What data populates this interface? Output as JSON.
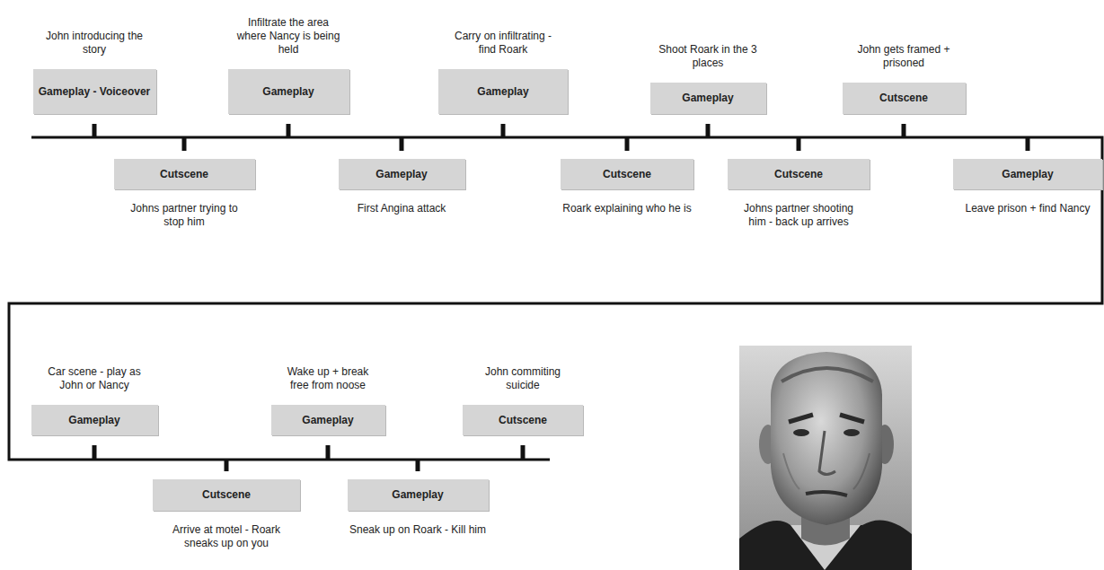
{
  "diagram": {
    "nodes": [
      {
        "text": [
          "Gameplay - Voiceover",
          "John introducing the story"
        ]
      },
      {
        "text": [
          "Cutscene",
          "Johns partner trying to stop him"
        ]
      },
      {
        "text": [
          "Gameplay",
          "Infiltrate the area where Nancy is being held"
        ]
      },
      {
        "text": [
          "Gameplay",
          "First Angina attack"
        ]
      },
      {
        "text": [
          "Gameplay",
          "Carry on infiltrating - find Roark"
        ]
      },
      {
        "text": [
          "Cutscene",
          "Roark explaining who he is"
        ]
      },
      {
        "text": [
          "Gameplay",
          "Shoot Roark in the 3 places"
        ]
      },
      {
        "text": [
          "Cutscene",
          "Johns partner shooting him - back up arrives"
        ]
      },
      {
        "text": [
          "Cutscene",
          "John gets framed + prisoned"
        ]
      },
      {
        "text": [
          "Gameplay",
          "Leave prison + find Nancy"
        ]
      },
      {
        "text": [
          "Gameplay",
          "Car scene - play as John or Nancy"
        ]
      },
      {
        "text": [
          "Cutscene",
          "Arrive at motel - Roark sneaks up on you"
        ]
      },
      {
        "text": [
          "Gameplay",
          "Wake up + break free from noose"
        ]
      },
      {
        "text": [
          "Gameplay",
          "Sneak up on Roark - Kill him"
        ]
      },
      {
        "text": [
          "Cutscene",
          "John commiting suicide"
        ]
      }
    ]
  }
}
